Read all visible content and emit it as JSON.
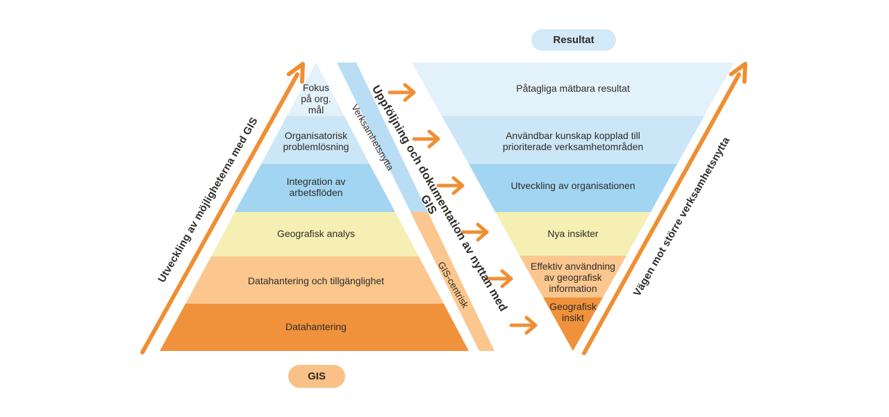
{
  "colors": {
    "layer1": "#e3f1fb",
    "layer2": "#cbe6f7",
    "layer3": "#a2d5f2",
    "layer4": "#f5efb4",
    "layer5": "#fbc78f",
    "layer6": "#f0923c",
    "stripe_blue": "#b9ddf4",
    "stripe_orange": "#fbc78f",
    "arrow": "#ef8f33",
    "badge_result_bg": "#d4e9f7",
    "badge_gis_bg": "#f9c087",
    "text": "#2e2b28"
  },
  "badges": {
    "result": "Resultat",
    "gis": "GIS"
  },
  "left_pyramid": {
    "layers": [
      {
        "label": "Fokus\npå org.\nmål"
      },
      {
        "label": "Organisatorisk\nproblemlösning"
      },
      {
        "label": "Integration av\narbetsflöden"
      },
      {
        "label": "Geografisk analys"
      },
      {
        "label": "Datahantering och tillgänglighet"
      },
      {
        "label": "Datahantering"
      }
    ]
  },
  "right_pyramid": {
    "layers": [
      {
        "label": "Påtagliga mätbara resultat"
      },
      {
        "label": "Användbar kunskap kopplad till\nprioriterade verksamhetområden"
      },
      {
        "label": "Utveckling av organisationen"
      },
      {
        "label": "Nya insikter"
      },
      {
        "label": "Effektiv användning\nav geografisk\ninformation"
      },
      {
        "label": "Geografisk\ninsikt"
      }
    ]
  },
  "axis_labels": {
    "left": "Utveckling av möjligheterna med GIS",
    "right": "Vägen mot större verksamhetsnytta",
    "band": "Uppföljning och dokumentation av nyttan med GIS",
    "stripe_top": "Verksamhetsnytta",
    "stripe_bottom": "GIS-centrisk"
  }
}
